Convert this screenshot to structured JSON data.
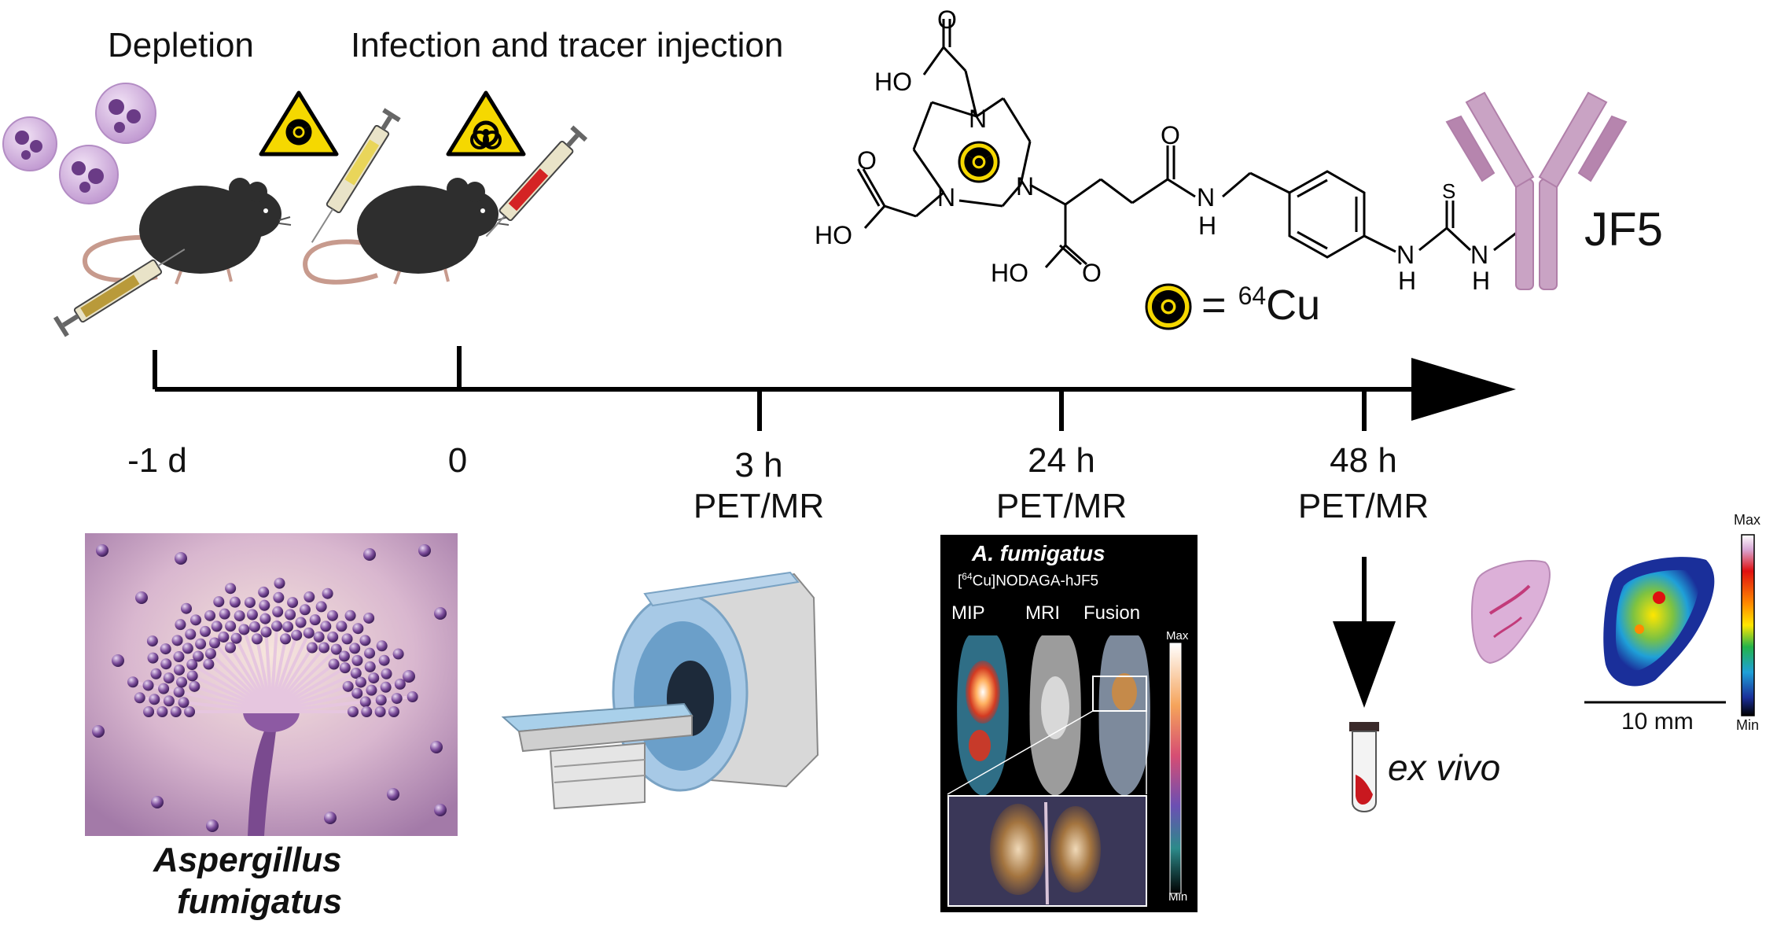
{
  "timeline": {
    "headers": {
      "depletion": "Depletion",
      "infection": "Infection and tracer injection"
    },
    "ticks": [
      {
        "label": "-1 d",
        "sub": ""
      },
      {
        "label": "0",
        "sub": ""
      },
      {
        "label": "3 h",
        "sub": "PET/MR"
      },
      {
        "label": "24 h",
        "sub": "PET/MR"
      },
      {
        "label": "48 h",
        "sub": "PET/MR"
      }
    ]
  },
  "molecule": {
    "atoms": {
      "ho_top": "HO",
      "o_top": "O",
      "ho_left": "HO",
      "o_left": "O",
      "n1": "N",
      "n2": "N",
      "n3": "N",
      "ho_bottom": "HO",
      "o_bottom": "O",
      "o_amide": "O",
      "nh_amide_n": "N",
      "nh_amide_h": "H",
      "s": "S",
      "nh1_n": "N",
      "nh1_h": "H",
      "nh2_n": "N",
      "nh2_h": "H"
    },
    "legend_eq": "=",
    "legend_sup": "64",
    "legend_el": "Cu"
  },
  "antibody": {
    "label": "JF5",
    "color": "#c9a3c4"
  },
  "aspergillus": {
    "caption_line1": "Aspergillus",
    "caption_line2": "fumigatus"
  },
  "pet_panel": {
    "title": "A. fumigatus",
    "tracer_sup": "64",
    "tracer_pre": "[",
    "tracer_post": "Cu]NODAGA-hJF5",
    "cols": [
      "MIP",
      "MRI",
      "Fusion"
    ],
    "scale_max": "Max",
    "scale_min": "Min"
  },
  "exvivo": {
    "label": "ex vivo",
    "scale_bar": "10 mm",
    "scale_max": "Max",
    "scale_min": "Min"
  },
  "colors": {
    "hazard_yellow": "#f5d800",
    "mouse": "#2e2e2e",
    "neutrophil": "#c7a7d6",
    "scanner_blue": "#8fb9d9"
  }
}
